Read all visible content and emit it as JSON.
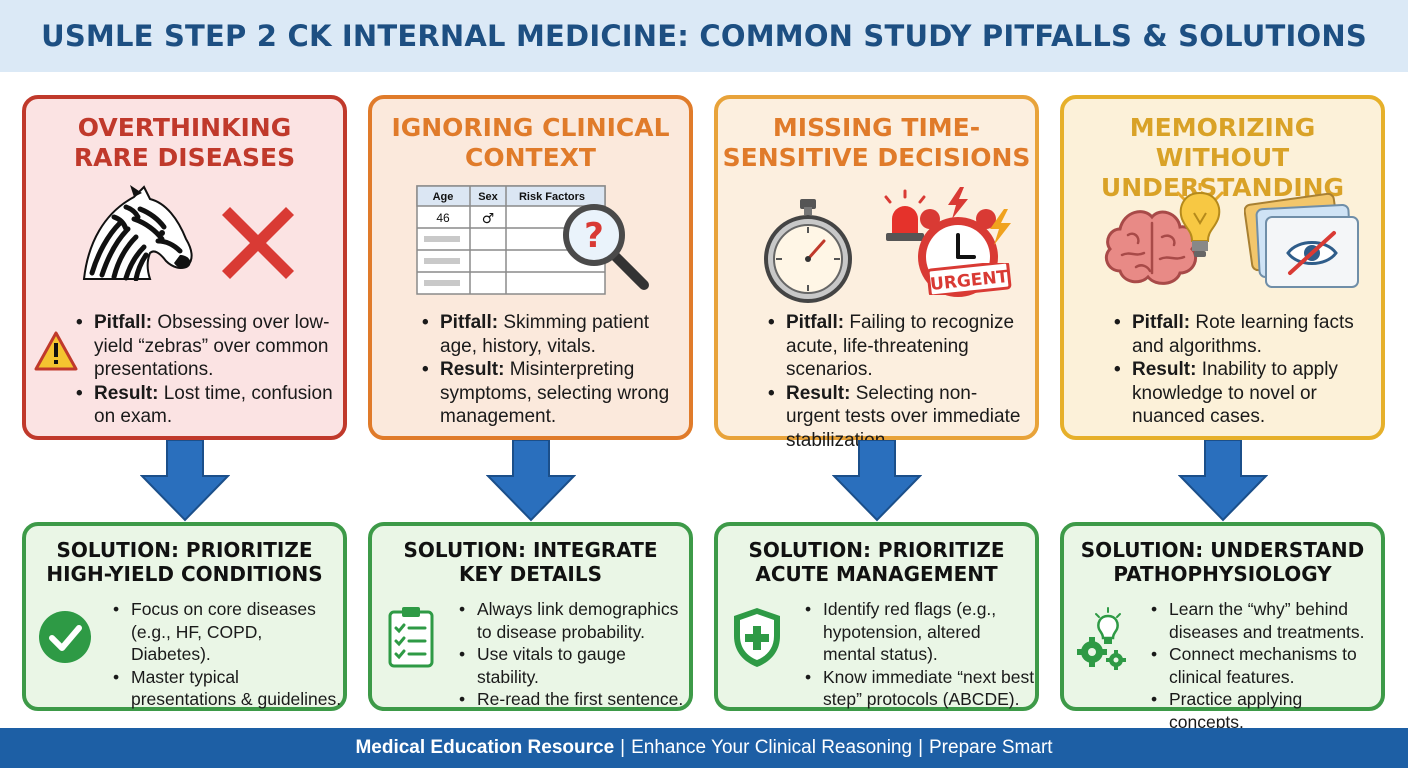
{
  "header": {
    "title": "USMLE STEP 2 CK INTERNAL MEDICINE: COMMON STUDY PITFALLS & SOLUTIONS"
  },
  "colors": {
    "red": "#c0392b",
    "orange": "#e07b2a",
    "amber": "#e8a33a",
    "gold": "#e6b02a",
    "green": "#3d9a48",
    "blue": "#1d5fa5"
  },
  "pitfalls": [
    {
      "title1": "OVERTHINKING",
      "title2": "RARE DISEASES",
      "pitfall_label": "Pitfall:",
      "pitfall_text": "Obsessing over low-yield “zebras” over common presentations.",
      "result_label": "Result:",
      "result_text": "Lost time, confusion on exam.",
      "icons": [
        "zebra-icon",
        "x-mark-icon",
        "warning-icon"
      ]
    },
    {
      "title1": "IGNORING CLINICAL",
      "title2": "CONTEXT",
      "pitfall_label": "Pitfall:",
      "pitfall_text": "Skimming patient age, history, vitals.",
      "result_label": "Result:",
      "result_text": "Misinterpreting symptoms, selecting wrong management.",
      "table": {
        "col1": "Age",
        "col2": "Sex",
        "col3": "Risk Factors",
        "age": "46",
        "sex": "♂"
      },
      "icons": [
        "patient-table-icon",
        "magnifier-question-icon"
      ]
    },
    {
      "title1": "MISSING TIME-",
      "title2": "SENSITIVE DECISIONS",
      "pitfall_label": "Pitfall:",
      "pitfall_text": "Failing to recognize acute, life-threatening scenarios.",
      "result_label": "Result:",
      "result_text": "Selecting non-urgent tests over immediate stabilization.",
      "urgent": "URGENT",
      "icons": [
        "stopwatch-icon",
        "siren-icon",
        "alarm-clock-icon",
        "lightning-icon"
      ]
    },
    {
      "title1": "MEMORIZING WITHOUT",
      "title2": "UNDERSTANDING",
      "pitfall_label": "Pitfall:",
      "pitfall_text": "Rote learning facts and algorithms.",
      "result_label": "Result:",
      "result_text": "Inability to apply knowledge to novel or nuanced cases.",
      "icons": [
        "brain-icon",
        "lightbulb-icon",
        "flashcards-icon",
        "crossed-eye-icon"
      ]
    }
  ],
  "solutions": [
    {
      "title1": "SOLUTION: PRIORITIZE",
      "title2": "HIGH-YIELD CONDITIONS",
      "bullets": [
        "Focus on core diseases (e.g., HF, COPD, Diabetes).",
        "Master typical presentations & guidelines."
      ],
      "icon": "checkmark-icon"
    },
    {
      "title1": "SOLUTION: INTEGRATE",
      "title2": "KEY DETAILS",
      "bullets": [
        "Always link demographics to disease probability.",
        "Use vitals to gauge stability.",
        "Re-read the first sentence."
      ],
      "icon": "clipboard-checklist-icon"
    },
    {
      "title1": "SOLUTION: PRIORITIZE",
      "title2": "ACUTE MANAGEMENT",
      "bullets": [
        "Identify red flags (e.g., hypotension, altered mental status).",
        "Know immediate “next best step” protocols (ABCDE)."
      ],
      "icon": "medical-shield-icon"
    },
    {
      "title1": "SOLUTION: UNDERSTAND",
      "title2": "PATHOPHYSIOLOGY",
      "bullets": [
        "Learn the “why” behind diseases and treatments.",
        "Connect mechanisms to clinical features.",
        "Practice applying concepts."
      ],
      "icon": "gears-lightbulb-icon"
    }
  ],
  "footer": {
    "brand": "Medical Education Resource",
    "sep": "|",
    "tagline1": "Enhance Your Clinical Reasoning",
    "tagline2": "Prepare Smart"
  }
}
